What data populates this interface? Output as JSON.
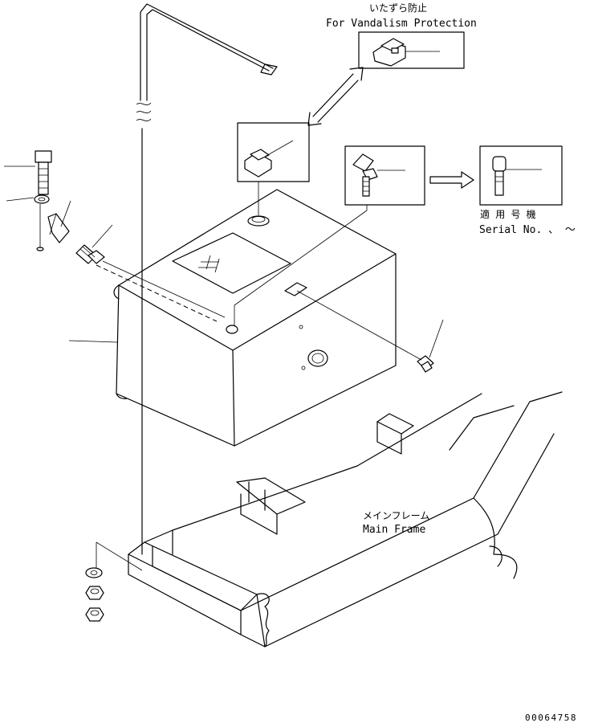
{
  "labels": {
    "vandalism_jp": "いたずら防止",
    "vandalism_en": "For Vandalism Protection",
    "serial_jp": "適 用 号 機",
    "serial_en": "Serial No.  、 ～",
    "mainframe_jp": "メインフレーム",
    "mainframe_en": "Main Frame",
    "drawing_number": "00064758"
  },
  "colors": {
    "line": "#000000",
    "background": "#ffffff"
  },
  "icons": [
    "cap-icon",
    "elbow-fitting-icon",
    "sensor-icon",
    "bolt-icon",
    "washer-icon",
    "nut-icon"
  ]
}
